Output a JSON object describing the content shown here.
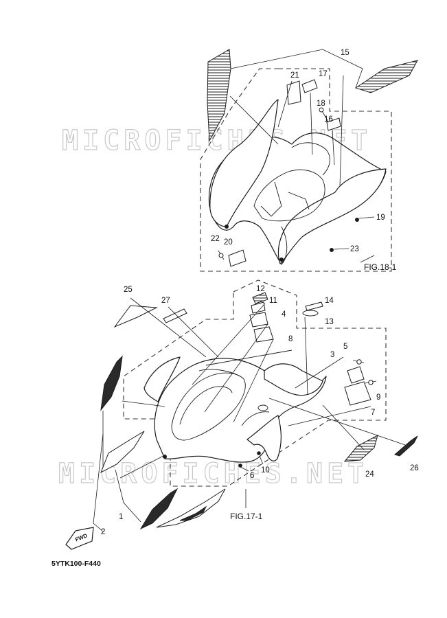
{
  "watermark": {
    "text_top": "MICROFICHES.NET",
    "text_bottom": "MICROFICHES.NET",
    "color": "#bfbfbf"
  },
  "figures": {
    "upper_reference": "FIG.18-1",
    "lower_reference": "FIG.17-1"
  },
  "callouts": {
    "c1": "1",
    "c2": "2",
    "c3": "3",
    "c4": "4",
    "c5": "5",
    "c6": "6",
    "c7": "7",
    "c8": "8",
    "c9": "9",
    "c10": "10",
    "c11": "11",
    "c12": "12",
    "c13": "13",
    "c14": "14",
    "c15": "15",
    "c16": "16",
    "c17": "17",
    "c18": "18",
    "c19": "19",
    "c20": "20",
    "c21": "21",
    "c22": "22",
    "c23": "23",
    "c24": "24",
    "c25": "25",
    "c26": "26",
    "c27": "27"
  },
  "fwd_arrow_label": "FWD",
  "diagram_code": "5YTK100-F440",
  "icons": {
    "fwd": "fwd-arrow-icon",
    "screw": "screw-icon",
    "clip": "clip-icon"
  }
}
